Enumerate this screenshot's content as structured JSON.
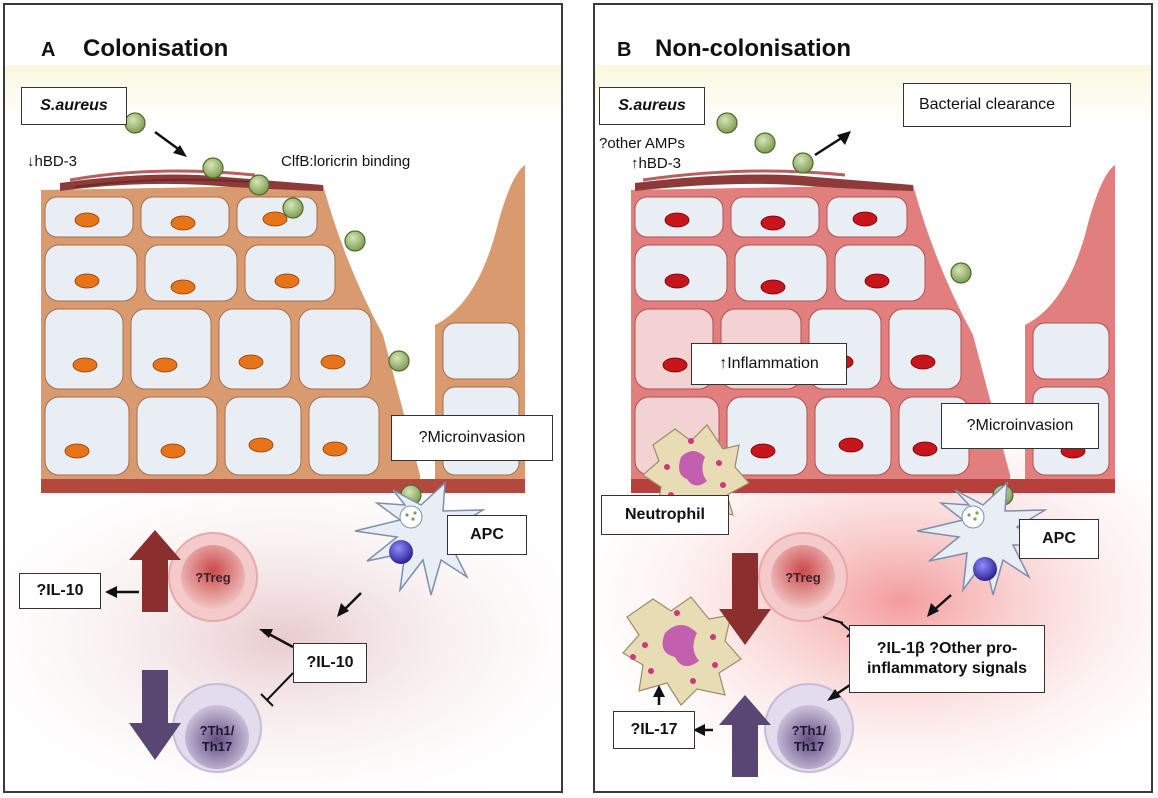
{
  "panel_a": {
    "letter": "A",
    "title": "Colonisation",
    "pathogen": "S.aureus",
    "hbd3": "↓hBD-3",
    "binding": "ClfB:loricrin binding",
    "microinvasion": "?Microinvasion",
    "apc": "APC",
    "il10_left": "?IL-10",
    "il10_center": "?IL-10",
    "treg": "?Treg",
    "th_line1": "?Th1/",
    "th_line2": "Th17"
  },
  "panel_b": {
    "letter": "B",
    "title": "Non-colonisation",
    "pathogen": "S.aureus",
    "other_amps": "?other AMPs",
    "hbd3": "↑hBD-3",
    "clearance": "Bacterial clearance",
    "inflammation": "↑Inflammation",
    "microinvasion": "?Microinvasion",
    "neutrophil": "Neutrophil",
    "apc": "APC",
    "treg": "?Treg",
    "th_line1": "?Th1/",
    "th_line2": "Th17",
    "il17": "?IL-17",
    "signals_line1": "?IL-1β ?Other pro-",
    "signals_line2": "inflammatory signals"
  },
  "colors": {
    "colonisation_tissue": "#d89a6e",
    "noncolonisation_tissue": "#e17f7f",
    "keratinocyte": "#e9eef5",
    "nucleus_a": "#e8741a",
    "nucleus_b": "#c8151b",
    "bacterium": "#a9c27c",
    "treg": "#d15e5e",
    "th": "#8a76a8",
    "up_arrow_a": "#8b2e2e",
    "down_arrow_a": "#5a4672",
    "neutrophil": "#e8dcb4",
    "granule": "#d0357e"
  }
}
